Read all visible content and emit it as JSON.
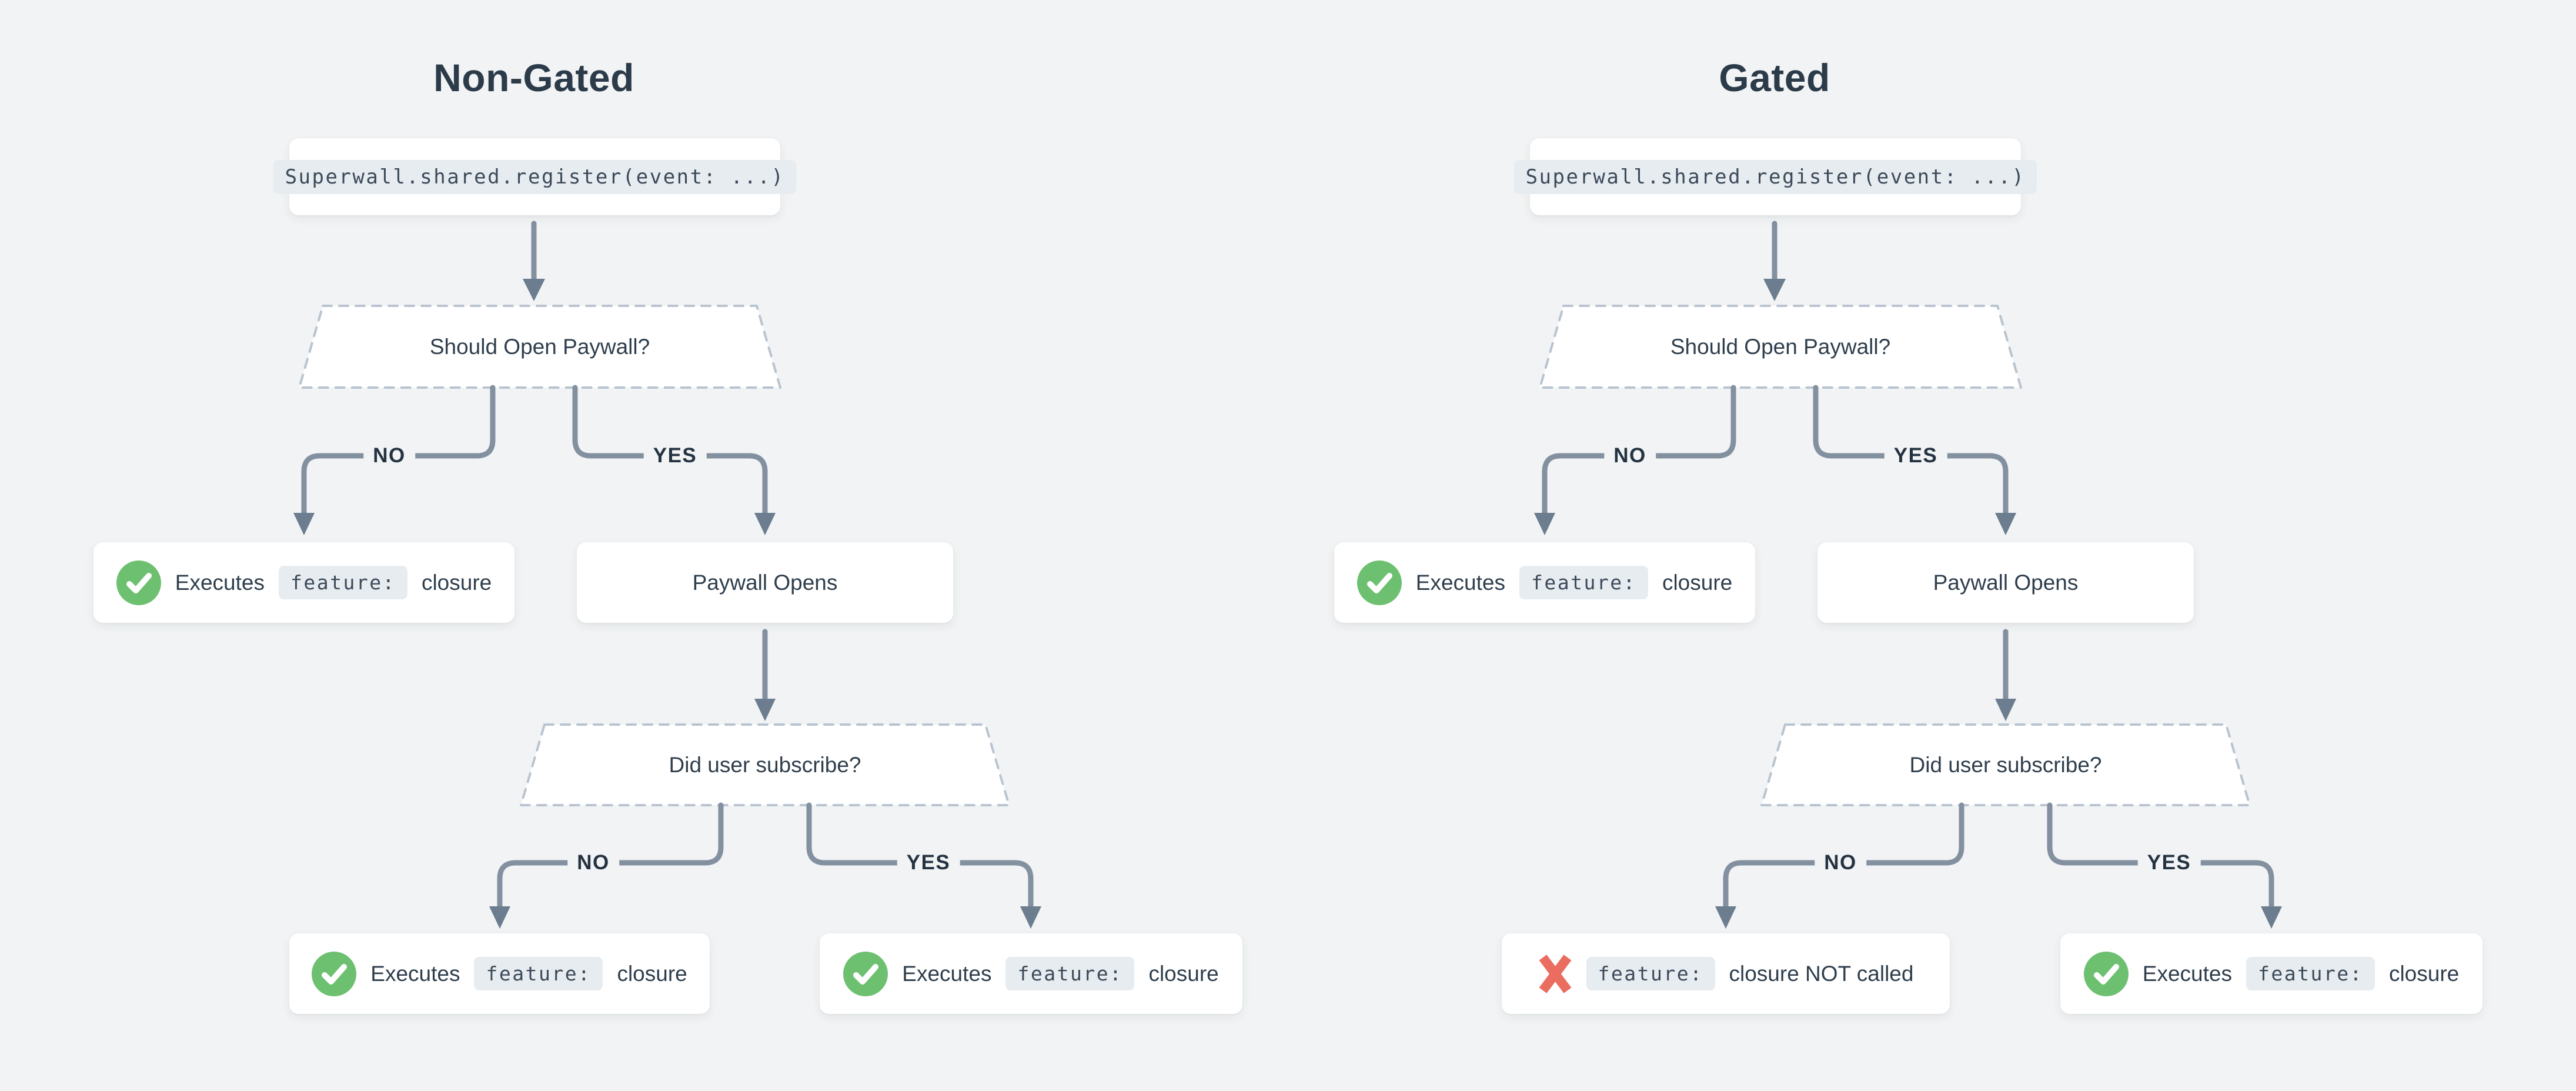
{
  "colors": {
    "background": "#f1f3f4",
    "card": "#ffffff",
    "connector": "#8290a0",
    "arrowhead": "#6b7d8e",
    "dashed_border": "#b9c4d0",
    "text": "#2f3e4c",
    "title_text": "#2c3b49",
    "branch_label_text": "#243241",
    "code_bg": "#e7ecf0",
    "code_text": "#3c4a59",
    "success_green": "#6ec071",
    "failure_red": "#ea6d60"
  },
  "icons": {
    "success": "check-icon",
    "failure": "x-icon"
  },
  "flows": [
    {
      "title": "Non-Gated",
      "code": "Superwall.shared.register(event: ...)",
      "decision_paywall": "Should Open Paywall?",
      "labels1": {
        "no": "NO",
        "yes": "YES"
      },
      "result_no": {
        "icon": "check",
        "text_before": "Executes",
        "code": "feature:",
        "text_after": "closure"
      },
      "result_yes": "Paywall Opens",
      "decision_subscribe": "Did user subscribe?",
      "labels2": {
        "no": "NO",
        "yes": "YES"
      },
      "result_sub_no": {
        "icon": "check",
        "text_before": "Executes",
        "code": "feature:",
        "text_after": "closure"
      },
      "result_sub_yes": {
        "icon": "check",
        "text_before": "Executes",
        "code": "feature:",
        "text_after": "closure"
      }
    },
    {
      "title": "Gated",
      "code": "Superwall.shared.register(event: ...)",
      "decision_paywall": "Should Open Paywall?",
      "labels1": {
        "no": "NO",
        "yes": "YES"
      },
      "result_no": {
        "icon": "check",
        "text_before": "Executes",
        "code": "feature:",
        "text_after": "closure"
      },
      "result_yes": "Paywall Opens",
      "decision_subscribe": "Did user subscribe?",
      "labels2": {
        "no": "NO",
        "yes": "YES"
      },
      "result_sub_no": {
        "icon": "cross",
        "text_before": "",
        "code": "feature:",
        "text_after": "closure NOT called"
      },
      "result_sub_yes": {
        "icon": "check",
        "text_before": "Executes",
        "code": "feature:",
        "text_after": "closure"
      }
    }
  ]
}
